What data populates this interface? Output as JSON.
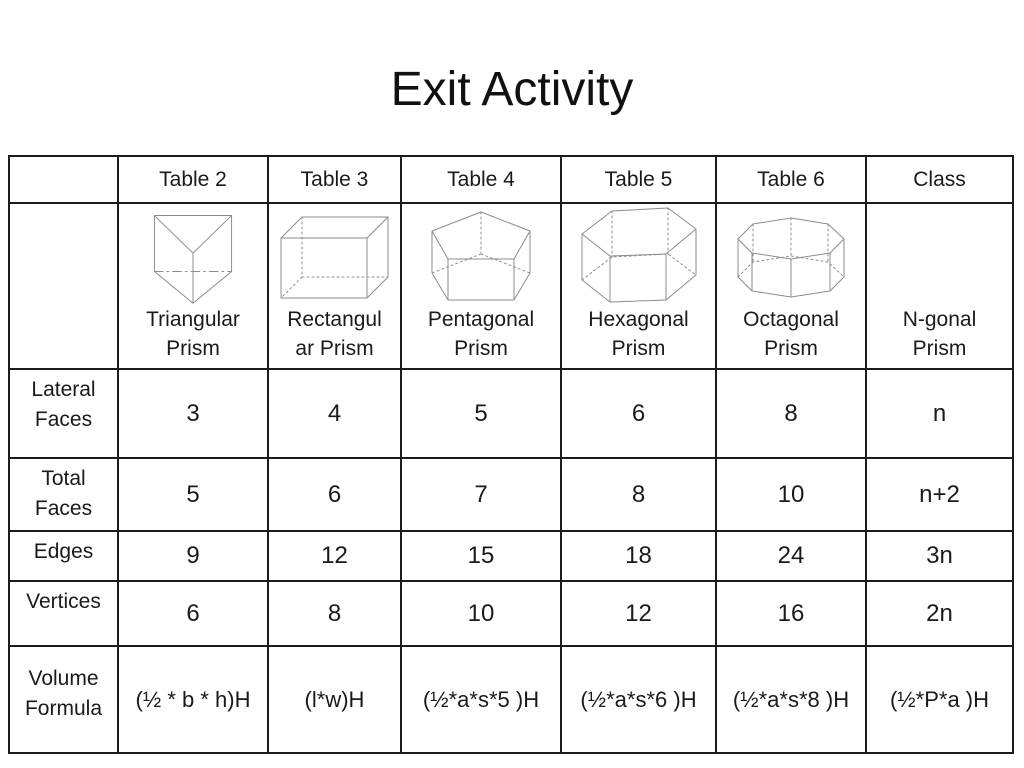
{
  "title": "Exit Activity",
  "colors": {
    "background": "#ffffff",
    "text": "#1a1a1a",
    "table_border": "#1c1c1c",
    "wireframe": "#8c8c8c"
  },
  "table": {
    "headers": [
      "",
      "Table 2",
      "Table 3",
      "Table 4",
      "Table 5",
      "Table 6",
      "Class"
    ],
    "prism_row": {
      "prisms": [
        {
          "name": "Triangular\nPrism",
          "icon": "triangular-prism-icon"
        },
        {
          "name": "Rectangul\nar Prism",
          "icon": "rectangular-prism-icon"
        },
        {
          "name": "Pentagonal\nPrism",
          "icon": "pentagonal-prism-icon"
        },
        {
          "name": "Hexagonal\nPrism",
          "icon": "hexagonal-prism-icon"
        },
        {
          "name": "Octagonal\nPrism",
          "icon": "octagonal-prism-icon"
        },
        {
          "name": "N-gonal\nPrism",
          "icon": "none"
        }
      ]
    },
    "rows": [
      {
        "label": "Lateral\nFaces",
        "values": [
          "3",
          "4",
          "5",
          "6",
          "8",
          "n"
        ]
      },
      {
        "label": "Total\nFaces",
        "values": [
          "5",
          "6",
          "7",
          "8",
          "10",
          "n+2"
        ]
      },
      {
        "label": "Edges",
        "values": [
          "9",
          "12",
          "15",
          "18",
          "24",
          "3n"
        ]
      },
      {
        "label": "Vertices",
        "values": [
          "6",
          "8",
          "10",
          "12",
          "16",
          "2n"
        ]
      },
      {
        "label": "Volume\nFormula",
        "values": [
          "(½ * b * h)H",
          "(l*w)H",
          "(½*a*s*5 )H",
          "(½*a*s*6 )H",
          "(½*a*s*8 )H",
          "(½*P*a )H"
        ]
      }
    ]
  }
}
